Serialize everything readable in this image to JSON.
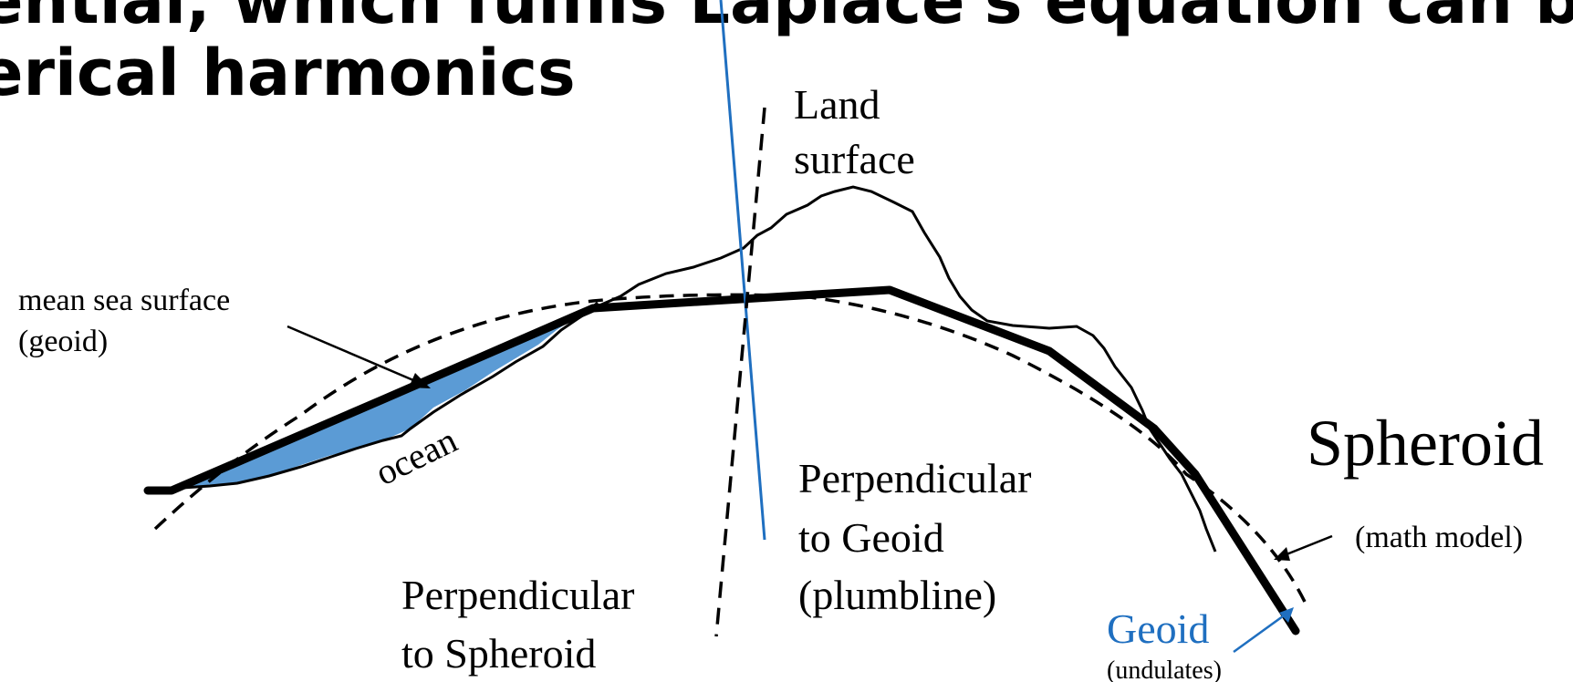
{
  "title": {
    "line1": "ential, which fulfils Laplace's equation can be",
    "line2": "erical harmonics"
  },
  "labels": {
    "land_surface_1": "Land",
    "land_surface_2": "surface",
    "mean_sea_surface_1": "mean sea surface",
    "mean_sea_surface_2": "(geoid)",
    "ocean": "ocean",
    "perp_geoid_1": "Perpendicular",
    "perp_geoid_2": "to Geoid",
    "perp_geoid_3": "(plumbline)",
    "perp_spheroid_1": "Perpendicular",
    "perp_spheroid_2": "to Spheroid",
    "spheroid": "Spheroid",
    "math_model": "(math model)",
    "geoid": "Geoid",
    "undulates": "(undulates)"
  },
  "colors": {
    "ink": "#000000",
    "ocean_fill": "#5b9bd5",
    "plumbline": "#1f6fc0",
    "geoid_label": "#1f6fc0"
  }
}
